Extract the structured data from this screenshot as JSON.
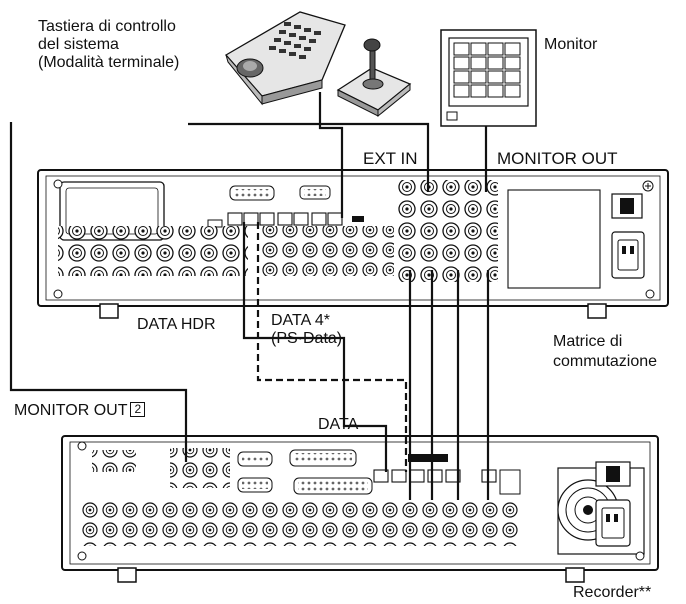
{
  "labels": {
    "keyboard_line1": "Tastiera di controllo",
    "keyboard_line2": "del sistema",
    "keyboard_line3": "(Modalità terminale)",
    "monitor": "Monitor",
    "ext_in": "EXT IN",
    "monitor_out": "MONITOR OUT",
    "data_hdr": "DATA HDR",
    "data4_line1": "DATA 4*",
    "data4_line2": "(PS·Data)",
    "matrix_line1": "Matrice di",
    "matrix_line2": "commutazione",
    "monitor_out_2": "MONITOR OUT",
    "monitor_out_2_box": "2",
    "data": "DATA",
    "recorder": "Recorder**"
  }
}
